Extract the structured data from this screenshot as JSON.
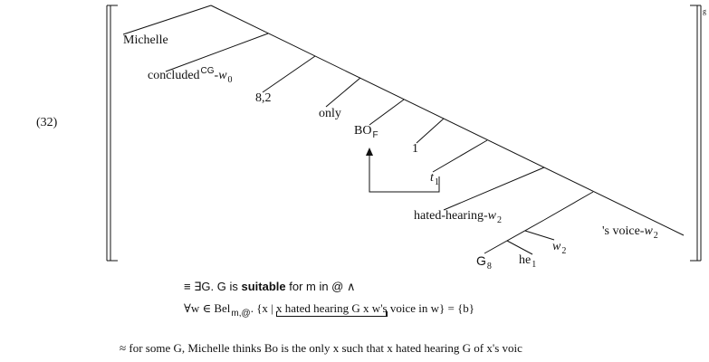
{
  "example_number": "(32)",
  "tree": {
    "leaves": {
      "michelle": "Michelle",
      "concluded": "concluded",
      "concluded_sup": "CG",
      "concluded_suffix": "-",
      "w0_var": "w",
      "w0_sub": "0",
      "index_82": "8,2",
      "only": "only",
      "bo": "BO",
      "bo_sub": "F",
      "one": "1",
      "t_var": "t",
      "t_sub": "1",
      "hated_hearing": "hated-hearing-",
      "w2a_var": "w",
      "w2a_sub": "2",
      "voice": "'s voice-",
      "w2b_var": "w",
      "w2b_sub": "2",
      "g8": "G",
      "g8_sub": "8",
      "he": "he",
      "he_sub": "1",
      "w2c_var": "w",
      "w2c_sub": "2"
    },
    "bracket_superscript": "g"
  },
  "formula": {
    "line1_prefix": "≡ ∃G. G is ",
    "line1_bold": "suitable",
    "line1_suffix": " for m in @ ∧",
    "line2_prefix": "∀w ∈ Bel",
    "line2_sub": "m,@",
    "line2_mid": ". {x | ",
    "line2_under": "x hated hearing G x w's",
    "line2_after": " voice in w} = {b}"
  },
  "paraphrase": "≈ for some G, Michelle thinks Bo is the only x such that x hated hearing G of x's voic"
}
